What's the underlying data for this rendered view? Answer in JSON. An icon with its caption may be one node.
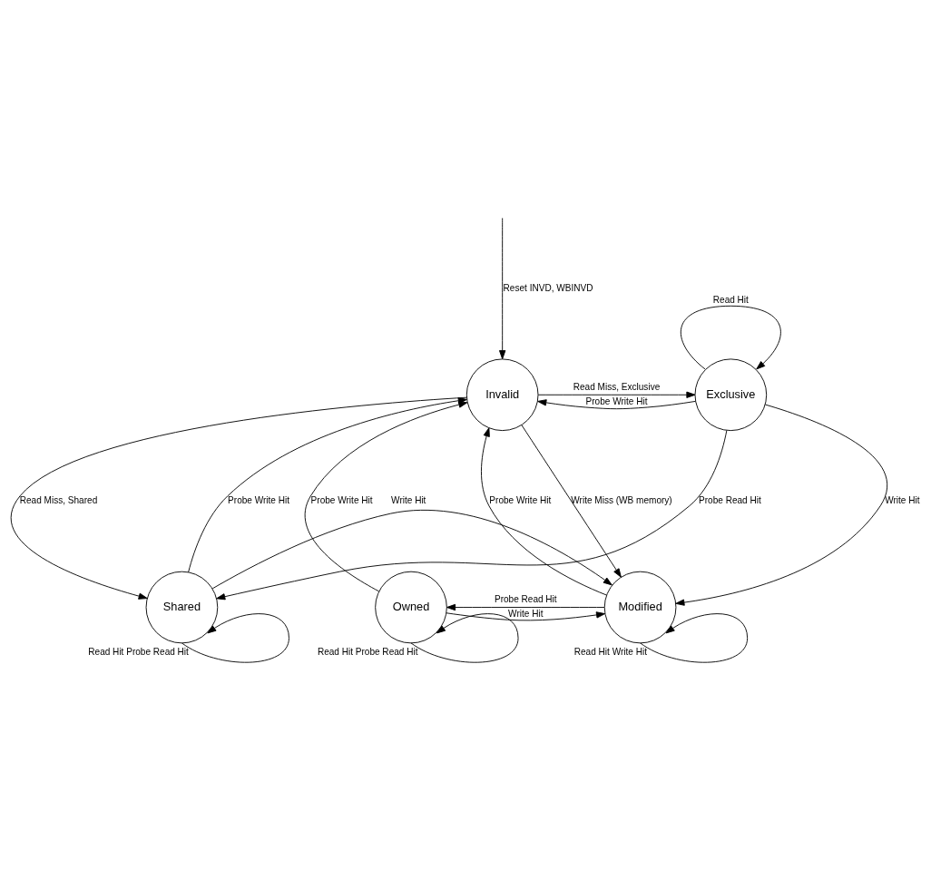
{
  "diagram": {
    "nodes": [
      {
        "text": [
          "Invalid"
        ]
      },
      {
        "text": [
          "Exclusive"
        ]
      },
      {
        "text": [
          "Shared"
        ]
      },
      {
        "text": [
          "Owned"
        ]
      },
      {
        "text": [
          "Modified"
        ]
      }
    ],
    "edges": [
      {
        "from": null,
        "to": 0,
        "arrow": "to",
        "label": "Reset INVD, WBINVD"
      },
      {
        "from": 1,
        "to": 0,
        "arrow": "to",
        "label": "Probe Write Hit"
      },
      {
        "from": 0,
        "to": 1,
        "arrow": "to",
        "label": "Read Miss, Exclusive"
      },
      {
        "from": 1,
        "to": 1,
        "arrow": "to",
        "label": "Read Hit"
      },
      {
        "from": 0,
        "to": 2,
        "arrow": "to",
        "label": "Read Miss, Shared"
      },
      {
        "from": 2,
        "to": 0,
        "arrow": "to",
        "label": "Probe Write Hit"
      },
      {
        "from": 3,
        "to": 0,
        "arrow": "to",
        "label": "Probe Write Hit"
      },
      {
        "from": 4,
        "to": 0,
        "arrow": "to",
        "label": "Probe Write Hit"
      },
      {
        "from": 0,
        "to": 4,
        "arrow": "to",
        "label": "Write Miss (WB memory)"
      },
      {
        "from": 1,
        "to": 2,
        "arrow": "to",
        "label": "Probe Read Hit"
      },
      {
        "from": 1,
        "to": 4,
        "arrow": "to",
        "label": "Write Hit"
      },
      {
        "from": 4,
        "to": 3,
        "arrow": "to",
        "label": "Probe Read Hit"
      },
      {
        "from": 3,
        "to": 4,
        "arrow": "to",
        "label": "Write Hit"
      },
      {
        "from": 2,
        "to": 2,
        "arrow": "to",
        "label": "Read Hit Probe Read Hit"
      },
      {
        "from": 3,
        "to": 3,
        "arrow": "to",
        "label": "Read Hit Probe Read Hit"
      },
      {
        "from": 4,
        "to": 4,
        "arrow": "to",
        "label": "Read Hit Write Hit"
      },
      {
        "from": 2,
        "to": 4,
        "arrow": "to",
        "label": "Write Hit"
      }
    ]
  }
}
